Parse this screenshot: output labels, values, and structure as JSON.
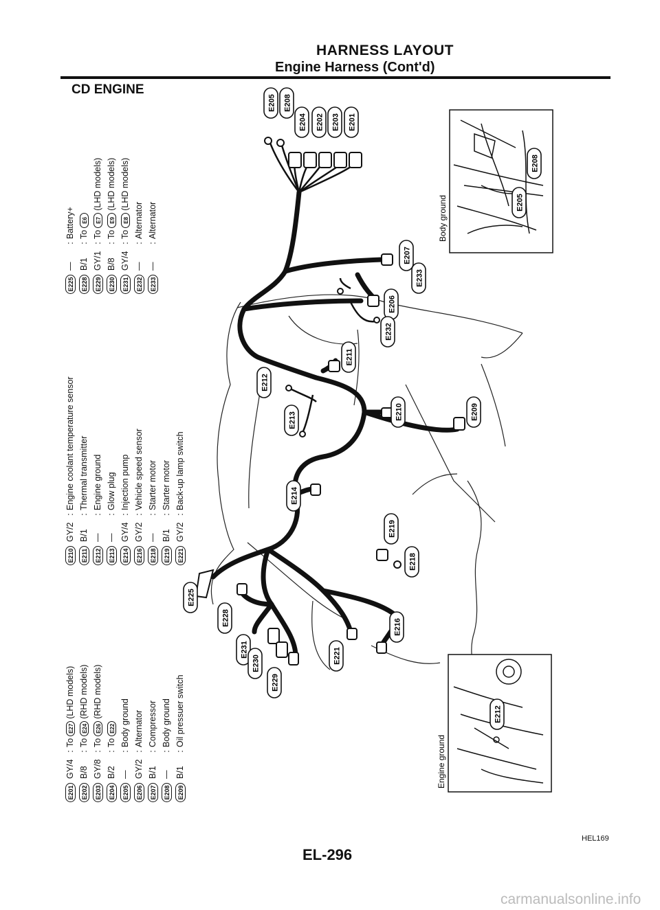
{
  "header": {
    "title": "HARNESS LAYOUT",
    "subtitle": "Engine Harness (Cont'd)",
    "section": "CD ENGINE"
  },
  "legend_groups": [
    [
      {
        "code": "E201",
        "wire": "GY/4",
        "desc": "To",
        "ref": "E27",
        "suffix": "(LHD models)"
      },
      {
        "code": "E202",
        "wire": "B/8",
        "desc": "To",
        "ref": "E24",
        "suffix": "(RHD models)"
      },
      {
        "code": "E203",
        "wire": "GY/8",
        "desc": "To",
        "ref": "E26",
        "suffix": "(RHD models)"
      },
      {
        "code": "E204",
        "wire": "B/2",
        "desc": "To",
        "ref": "E22",
        "suffix": ""
      },
      {
        "code": "E205",
        "wire": "—",
        "desc": "Body ground",
        "ref": "",
        "suffix": ""
      },
      {
        "code": "E206",
        "wire": "GY/2",
        "desc": "Alternator",
        "ref": "",
        "suffix": ""
      },
      {
        "code": "E207",
        "wire": "B/1",
        "desc": "Compressor",
        "ref": "",
        "suffix": ""
      },
      {
        "code": "E208",
        "wire": "—",
        "desc": "Body ground",
        "ref": "",
        "suffix": ""
      },
      {
        "code": "E209",
        "wire": "B/1",
        "desc": "Oil pressuer switch",
        "ref": "",
        "suffix": ""
      }
    ],
    [
      {
        "code": "E210",
        "wire": "GY/2",
        "desc": "Engine coolant temperature sensor",
        "ref": "",
        "suffix": ""
      },
      {
        "code": "E211",
        "wire": "B/1",
        "desc": "Thermal transmitter",
        "ref": "",
        "suffix": ""
      },
      {
        "code": "E212",
        "wire": "—",
        "desc": "Engine ground",
        "ref": "",
        "suffix": ""
      },
      {
        "code": "E213",
        "wire": "—",
        "desc": "Glow plug",
        "ref": "",
        "suffix": ""
      },
      {
        "code": "E214",
        "wire": "GY/4",
        "desc": "Injection pump",
        "ref": "",
        "suffix": ""
      },
      {
        "code": "E216",
        "wire": "GY/2",
        "desc": "Vehicle speed sensor",
        "ref": "",
        "suffix": ""
      },
      {
        "code": "E218",
        "wire": "—",
        "desc": "Starter motor",
        "ref": "",
        "suffix": ""
      },
      {
        "code": "E219",
        "wire": "B/1",
        "desc": "Starter motor",
        "ref": "",
        "suffix": ""
      },
      {
        "code": "E221",
        "wire": "GY/2",
        "desc": "Back-up lamp switch",
        "ref": "",
        "suffix": ""
      }
    ],
    [
      {
        "code": "E225",
        "wire": "—",
        "desc": "Battery+",
        "ref": "",
        "suffix": ""
      },
      {
        "code": "E228",
        "wire": "B/1",
        "desc": "To",
        "ref": "E6",
        "suffix": ""
      },
      {
        "code": "E229",
        "wire": "GY/1",
        "desc": "To",
        "ref": "E7",
        "suffix": "(LHD models)"
      },
      {
        "code": "E230",
        "wire": "B/8",
        "desc": "To",
        "ref": "E9",
        "suffix": "(LHD models)"
      },
      {
        "code": "E231",
        "wire": "GY/4",
        "desc": "To",
        "ref": "E8",
        "suffix": "(LHD models)"
      },
      {
        "code": "E232",
        "wire": "—",
        "desc": "Alternator",
        "ref": "",
        "suffix": ""
      },
      {
        "code": "E233",
        "wire": "—",
        "desc": "Alternator",
        "ref": "",
        "suffix": ""
      }
    ]
  ],
  "diagram_labels": {
    "E205": "E205",
    "E208": "E208",
    "E204": "E204",
    "E202": "E202",
    "E203": "E203",
    "E201": "E201",
    "E207": "E207",
    "E233": "E233",
    "E206": "E206",
    "E232": "E232",
    "E211": "E211",
    "E212": "E212",
    "E210": "E210",
    "E209": "E209",
    "E213": "E213",
    "E214": "E214",
    "E219": "E219",
    "E218": "E218",
    "E225": "E225",
    "E228": "E228",
    "E231": "E231",
    "E230": "E230",
    "E229": "E229",
    "E221": "E221",
    "E216": "E216"
  },
  "insets": {
    "top": {
      "caption": "Body ground",
      "label_a": "E208",
      "label_b": "E205"
    },
    "bottom": {
      "caption": "Engine ground",
      "label_a": "E212"
    }
  },
  "footer": {
    "ref": "HEL169",
    "page": "EL-296",
    "watermark": "carmanualsonline.info"
  }
}
